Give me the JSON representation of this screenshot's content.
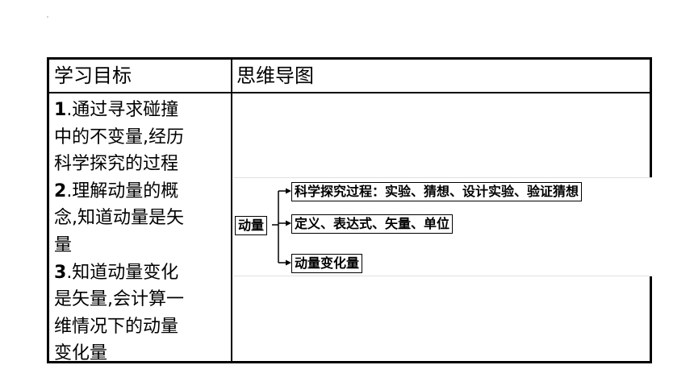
{
  "table": {
    "header_left": "学习目标",
    "header_right": "思维导图",
    "goals_lines": [
      {
        "num": "1",
        "text": ".通过寻求碰撞"
      },
      {
        "num": "",
        "text": "中的不变量,经历"
      },
      {
        "num": "",
        "text": "科学探究的过程"
      },
      {
        "num": "2",
        "text": ".理解动量的概"
      },
      {
        "num": "",
        "text": "念,知道动量是矢"
      },
      {
        "num": "",
        "text": "量"
      },
      {
        "num": "3",
        "text": ".知道动量变化"
      },
      {
        "num": "",
        "text": "是矢量,会计算一"
      },
      {
        "num": "",
        "text": "维情况下的动量"
      },
      {
        "num": "",
        "text": "变化量"
      }
    ]
  },
  "mindmap": {
    "root": "动量",
    "branches": [
      "科学探究过程：实验、猜想、设计实验、验证猜想",
      "定义、表达式、矢量、单位",
      "动量变化量"
    ]
  }
}
